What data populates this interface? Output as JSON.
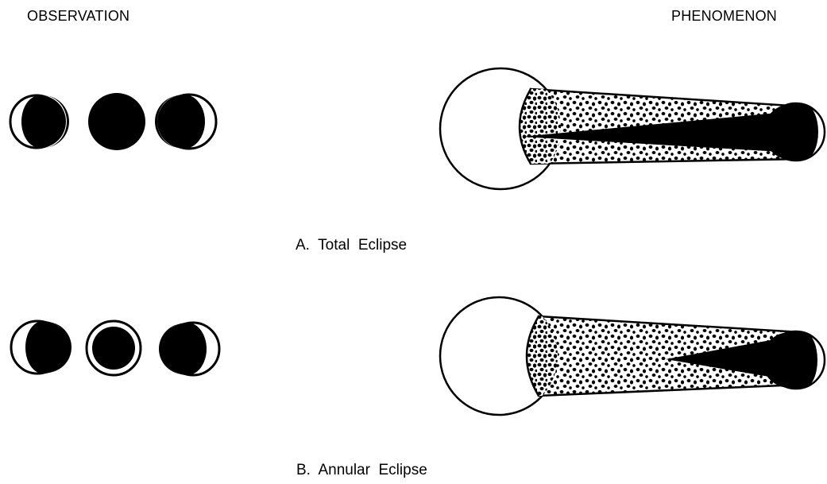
{
  "headers": {
    "observation": "OBSERVATION",
    "phenomenon": "PHENOMENON"
  },
  "panels": [
    {
      "caption": "A.  Total  Eclipse",
      "observation_icons": [
        "partial-eclipse-icon",
        "total-eclipse-disc-icon",
        "partial-eclipse-icon"
      ]
    },
    {
      "caption": "B.  Annular  Eclipse",
      "observation_icons": [
        "partial-eclipse-icon",
        "annular-ring-icon",
        "partial-eclipse-icon"
      ]
    }
  ],
  "colors": {
    "ink": "#000000",
    "paper": "#ffffff"
  }
}
